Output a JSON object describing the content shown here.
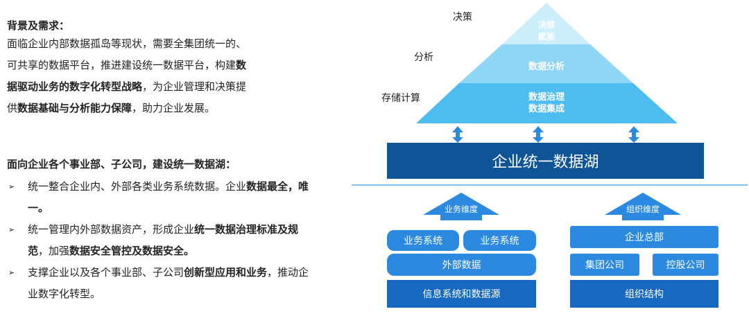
{
  "left": {
    "section1_heading": "背景及需求：",
    "section1_body": [
      {
        "t": "面临企业内部数据孤岛等现状，需要全集团统一的、",
        "b": false
      },
      {
        "t": "可共享的数据平台，推进建设统一数据平台，构建",
        "b": false
      },
      {
        "t": "数",
        "b": true
      },
      {
        "t": "据驱动业务的数字化转型战略",
        "b": true
      },
      {
        "t": "，为企业管理和决策提",
        "b": false
      },
      {
        "t": "供",
        "b": false
      },
      {
        "t": "数据基础与分析能力保障",
        "b": true
      },
      {
        "t": "，助力企业发展。",
        "b": false
      }
    ],
    "section2_heading": "面向企业各个事业部、子公司，建设统一数据湖：",
    "bullets": [
      {
        "parts": [
          {
            "t": "统一整合企业内、外部各类业务系统数据。企业",
            "b": false
          },
          {
            "t": "数据最全，唯一。",
            "b": true
          }
        ]
      },
      {
        "parts": [
          {
            "t": "统一管理内外部数据资产，形成企业",
            "b": false
          },
          {
            "t": "统一数据治理标准及规范",
            "b": true
          },
          {
            "t": "，加强",
            "b": false
          },
          {
            "t": "数据安全管控及数据安全。",
            "b": true
          }
        ]
      },
      {
        "parts": [
          {
            "t": "支撑企业以及各个事业部、子公司",
            "b": false
          },
          {
            "t": "创新型应用和业务",
            "b": true
          },
          {
            "t": "，推动企业数字化转型。",
            "b": false
          }
        ]
      }
    ],
    "bullet_glyph": "➢"
  },
  "diagram": {
    "levels": {
      "decision": "决策",
      "analysis": "分析",
      "storage": "存储计算"
    },
    "pyramid": {
      "top_line1": "决策",
      "top_line2": "赋能",
      "middle": "数据分析",
      "bottom_line1": "数据治理",
      "bottom_line2": "数据集成"
    },
    "lake": "企业统一数据湖",
    "left_arrow": "业务维度",
    "right_arrow": "组织维度",
    "left_boxes": {
      "sys1": "业务系统",
      "sys2": "业务系统",
      "external": "外部数据",
      "base": "信息系统和数据源"
    },
    "right_boxes": {
      "hq": "企业总部",
      "group": "集团公司",
      "holding": "控股公司",
      "base": "组织结构"
    },
    "colors": {
      "pyramid_top": "#cdeefb",
      "pyramid_middle": "#8fd6f6",
      "pyramid_bottom": "#4dbdf0",
      "lake": "#0f5496",
      "box": "#2b8ae0",
      "box_dark": "#1668c0",
      "arrow": "#2b8ae0",
      "separator": "#5aaee8"
    }
  }
}
